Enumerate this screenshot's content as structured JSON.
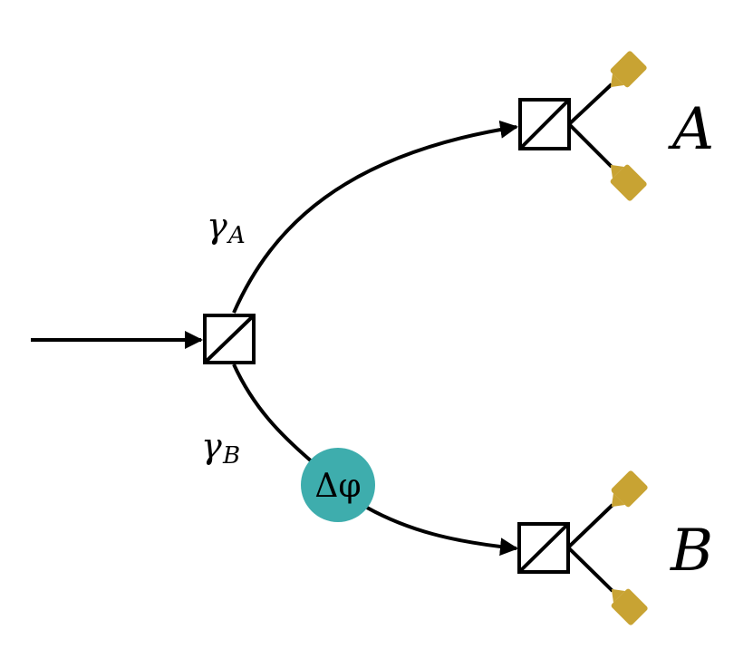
{
  "labels": {
    "path_a_symbol": "γ",
    "path_a_subscript": "A",
    "path_b_symbol": "γ",
    "path_b_subscript": "B",
    "phase_shift": "Δφ",
    "detector_station_a": "A",
    "detector_station_b": "B"
  },
  "colors": {
    "phase_shifter": "#3eadad",
    "detector": "#c8a333",
    "lines": "#000000"
  },
  "icons": {
    "beam_splitter": "beam-splitter-cube-icon",
    "detector": "photodetector-icon",
    "phase_shifter": "phase-shifter-circle-icon"
  }
}
